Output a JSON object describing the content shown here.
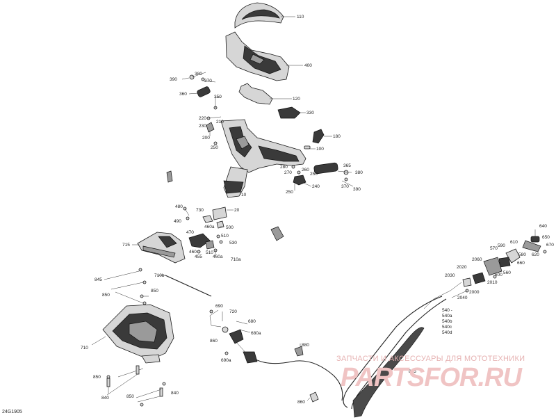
{
  "diagram": {
    "code": "24G1905",
    "watermark": {
      "caption": "ЗАПЧАСТИ И АКСЕССУАРЫ ДЛЯ МОТОТЕХНИКИ",
      "logo": "PARTSFOR.RU"
    },
    "callouts": {
      "c110": "110",
      "c400": "400",
      "c390a": "390",
      "c380a": "380",
      "c370a": "370",
      "c360": "360",
      "c350": "350",
      "c120": "120",
      "c330": "330",
      "c220": "220",
      "c210": "210",
      "c230": "230",
      "c200": "200",
      "c250a": "250",
      "c180": "180",
      "c100": "100",
      "c280": "280",
      "c260": "260",
      "c270": "270",
      "c250b": "250",
      "c365": "365",
      "c380b": "380",
      "c240": "240",
      "c250c": "250",
      "c370b": "370",
      "c390b": "390",
      "c10": "10",
      "c480": "480",
      "c490": "490",
      "c730": "730",
      "c20": "20",
      "c460a": "460a",
      "c500": "500",
      "c470": "470",
      "c510a": "510",
      "c530": "530",
      "c715": "715",
      "c460": "460",
      "c510b": "510",
      "c455": "455",
      "c460b": "460a",
      "c710a": "710a",
      "c640": "640",
      "c650": "650",
      "c670": "670",
      "c610": "610",
      "c620": "620",
      "c570": "570",
      "c590": "590",
      "c580": "580",
      "c2060": "2060",
      "c660": "660",
      "c2020": "2020",
      "c600": "600",
      "c560": "560",
      "c2030": "2030",
      "c2010": "2010",
      "c2000": "2000",
      "c2040": "2040",
      "c845": "845",
      "c850a": "850",
      "c710b": "710b",
      "c850b": "850",
      "c540": "540 -",
      "c540a": "540a",
      "c540b": "540b",
      "c540c": "540c",
      "c540d": "540d",
      "c690": "690",
      "c720": "720",
      "c680": "680",
      "c680a": "680a",
      "c860a": "860",
      "c710": "710",
      "c690a": "690a",
      "c880": "880",
      "c850c": "850",
      "c885": "885",
      "c840a": "840",
      "c850d": "850",
      "c840b": "840",
      "c860b": "860"
    }
  }
}
